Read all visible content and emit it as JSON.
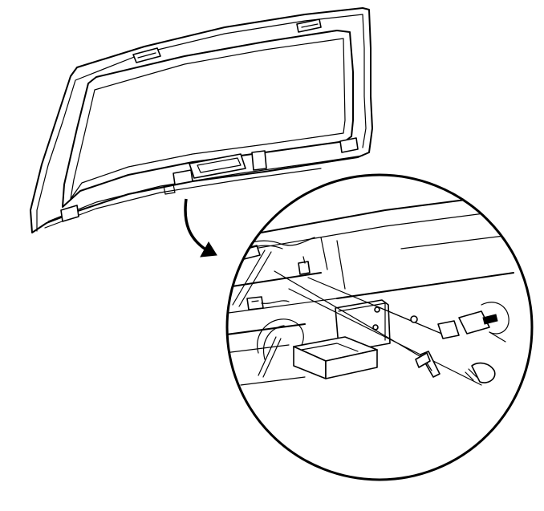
{
  "figure": {
    "stroke_color": "#000000",
    "background_color": "#ffffff",
    "views": [
      {
        "id": "liftgate-overview",
        "description_shown": false
      },
      {
        "id": "detail-magnified",
        "description_shown": false
      }
    ],
    "callout": {
      "from": "liftgate-overview",
      "to": "detail-magnified",
      "icon": "curved-arrow-icon"
    }
  }
}
